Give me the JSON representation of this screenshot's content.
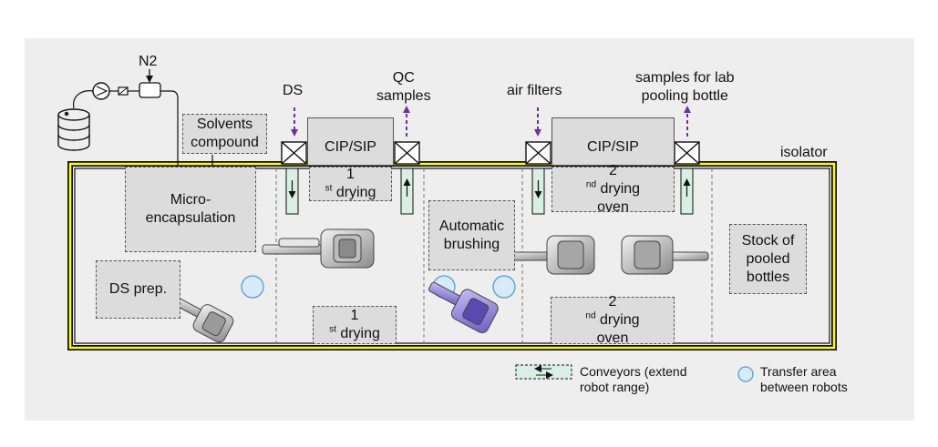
{
  "labels": {
    "n2": "N2",
    "ds": "DS",
    "qc_samples": [
      "QC",
      "samples"
    ],
    "air_filters": "air filters",
    "samples_for_lab": [
      "samples for lab",
      "pooling bottle"
    ],
    "isolator": "isolator"
  },
  "zones": {
    "solvents": [
      "Solvents",
      "compound"
    ],
    "cip_sip_1": "CIP/SIP",
    "cip_sip_2": "CIP/SIP",
    "first_drying_top": {
      "num": "1",
      "sup": "st",
      "text": " drying"
    },
    "first_drying_bottom": {
      "num": "1",
      "sup": "st",
      "text": " drying"
    },
    "second_drying_top": {
      "num": "2",
      "sup": "nd",
      "text": " drying",
      "line2": "oven"
    },
    "second_drying_bottom": {
      "num": "2",
      "sup": "nd",
      "text": " drying",
      "line2": "oven"
    },
    "microencapsulation": [
      "Micro-",
      "encapsulation"
    ],
    "ds_prep": "DS prep.",
    "automatic_brushing": [
      "Automatic",
      "brushing"
    ],
    "stock_pooled": [
      "Stock of",
      "pooled",
      "bottles"
    ]
  },
  "legend": {
    "conveyors": [
      "Conveyors (extend",
      "robot range)"
    ],
    "transfer": [
      "Transfer area",
      "between robots"
    ]
  },
  "colors": {
    "isolator_outline": "#ffff00",
    "arrow_purple": "#7030a0",
    "zone_fill": "#dcdcdc",
    "conveyor_fill": "#d9efe4",
    "transfer_fill": "#d6ebf7",
    "transfer_stroke": "#5b9bd5",
    "robot_highlight": "#8f7fd8"
  },
  "icons": [
    "drum-icon",
    "pump-icon",
    "valve-icon",
    "n2-tank-icon",
    "filter-box-icon",
    "robot-arm-icon"
  ]
}
